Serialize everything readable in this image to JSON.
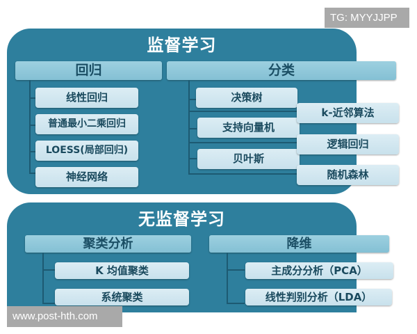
{
  "watermarks": {
    "top_right": "TG: MYYJJPP",
    "bottom_left": "www.post-hth.com"
  },
  "supervised": {
    "title": "监督学习",
    "regression": {
      "label": "回归",
      "items": [
        "线性回归",
        "普通最小二乘回归",
        "LOESS(局部回归)",
        "神经网络"
      ]
    },
    "classification": {
      "label": "分类",
      "left_items": [
        "决策树",
        "支持向量机",
        "贝叶斯"
      ],
      "right_items": [
        "k-近邻算法",
        "逻辑回归",
        "随机森林"
      ]
    }
  },
  "unsupervised": {
    "title": "无监督学习",
    "clustering": {
      "label": "聚类分析",
      "items": [
        "K 均值聚类",
        "系统聚类"
      ]
    },
    "dimensionality_reduction": {
      "label": "降维",
      "items": [
        "主成分分析（PCA）",
        "线性判别分析（LDA）"
      ]
    }
  },
  "colors": {
    "panel": "#2e7f9d",
    "category_box": "#8fc7d9",
    "item_box": "#d3e8f0",
    "text_dark": "#1a4e64",
    "connector": "#1d5a72"
  }
}
